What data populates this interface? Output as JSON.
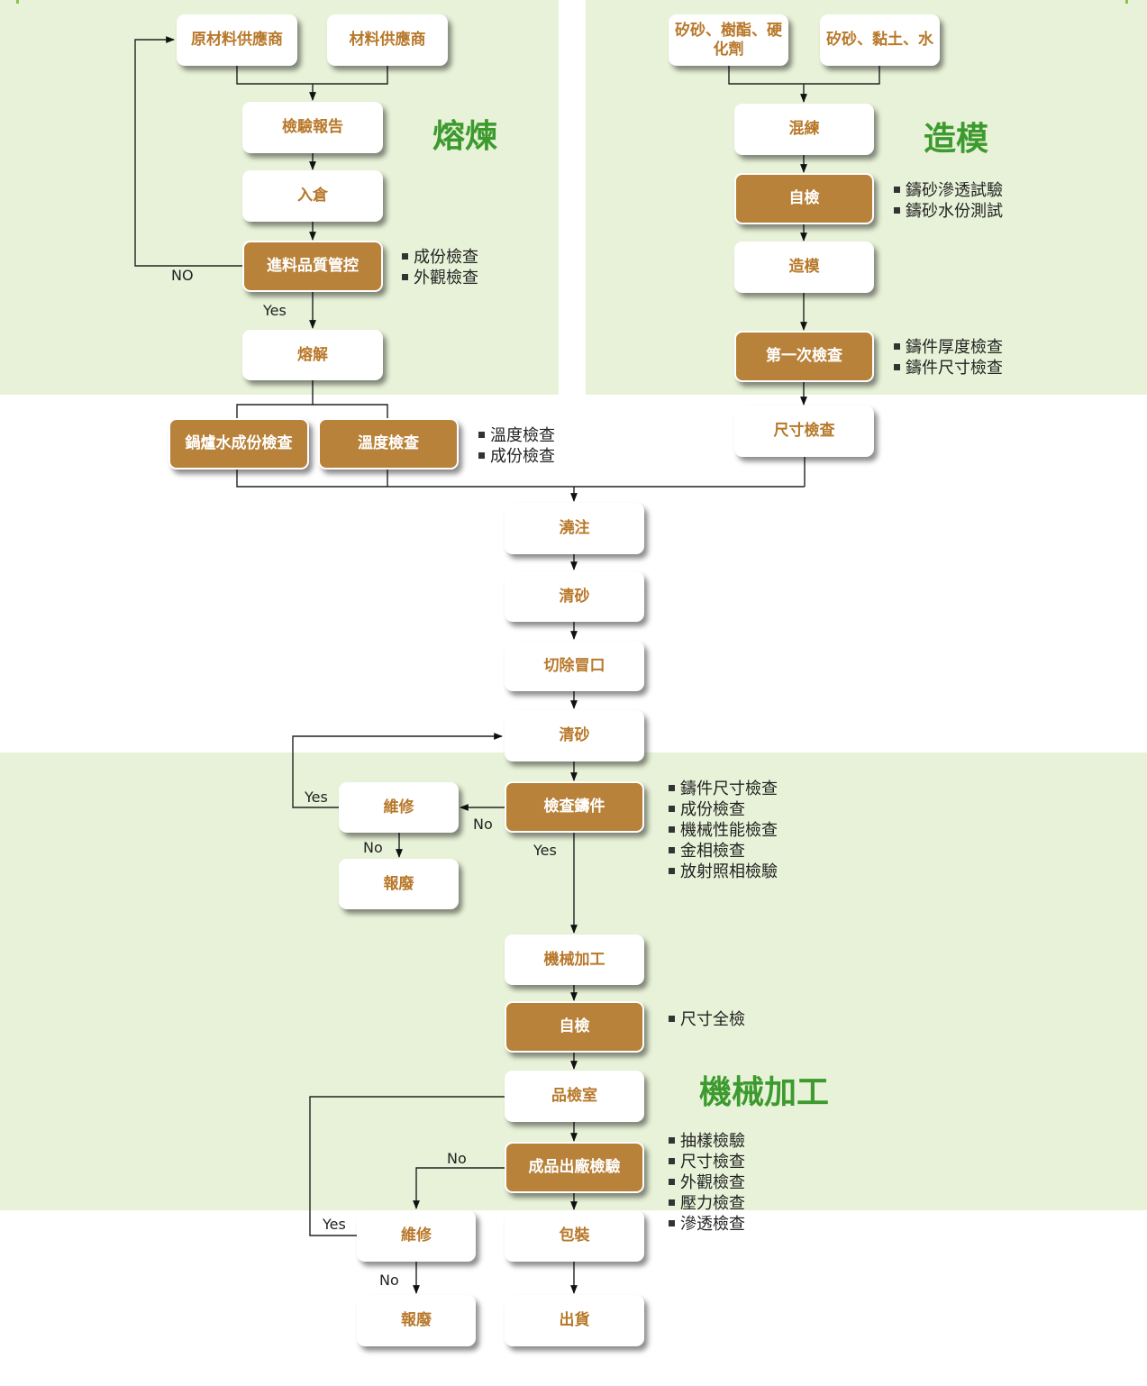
{
  "sections": {
    "smelting": "熔煉",
    "molding": "造模",
    "machining": "機械加工"
  },
  "nodes": {
    "raw_supplier": "原材料供應商",
    "material_supplier": "材料供應商",
    "inspection_report": "檢驗報告",
    "warehousing": "入倉",
    "incoming_qc": "進料品質管控",
    "melting": "熔解",
    "furnace_water_check": "鍋爐水成份檢查",
    "temperature_check": "溫度檢查",
    "sand_resin": "矽砂、樹酯、硬化劑",
    "sand_clay": "矽砂、黏土、水",
    "mixing": "混練",
    "self_check_1": "自檢",
    "molding": "造模",
    "first_inspection": "第一次檢查",
    "dimension_check_1": "尺寸檢查",
    "pouring": "澆注",
    "sand_cleaning_1": "清砂",
    "riser_cutting": "切除冒口",
    "sand_cleaning_2": "清砂",
    "casting_inspection": "檢查鑄件",
    "repair_1": "維修",
    "scrap_1": "報廢",
    "machining": "機械加工",
    "self_check_2": "自檢",
    "qc_room": "品檢室",
    "final_inspection": "成品出廠檢驗",
    "repair_2": "維修",
    "scrap_2": "報廢",
    "packing": "包裝",
    "shipping": "出貨"
  },
  "labels": {
    "no_upper": "NO",
    "yes_1": "Yes",
    "yes_2": "Yes",
    "no_2": "No",
    "no_3": "No",
    "yes_3": "Yes",
    "no_4": "No",
    "yes_4": "Yes",
    "no_5": "No"
  },
  "notes": {
    "incoming_qc": [
      "成份檢查",
      "外觀檢查"
    ],
    "melting": [
      "溫度檢查",
      "成份檢查"
    ],
    "self_check_1": [
      "鑄砂滲透試驗",
      "鑄砂水份測試"
    ],
    "first_inspection": [
      "鑄件厚度檢查",
      "鑄件尺寸檢查"
    ],
    "casting_inspection": [
      "鑄件尺寸檢查",
      "成份檢查",
      "機械性能檢查",
      "金相檢查",
      "放射照相檢驗"
    ],
    "self_check_2": [
      "尺寸全檢"
    ],
    "final_inspection": [
      "抽樣檢驗",
      "尺寸檢查",
      "外觀檢查",
      "壓力檢查",
      "滲透檢查"
    ]
  },
  "colors": {
    "panel": "#e8f2d8",
    "box_white_text": "#b8782a",
    "box_brown": "#b8823a",
    "section_title": "#3d9a2e"
  }
}
